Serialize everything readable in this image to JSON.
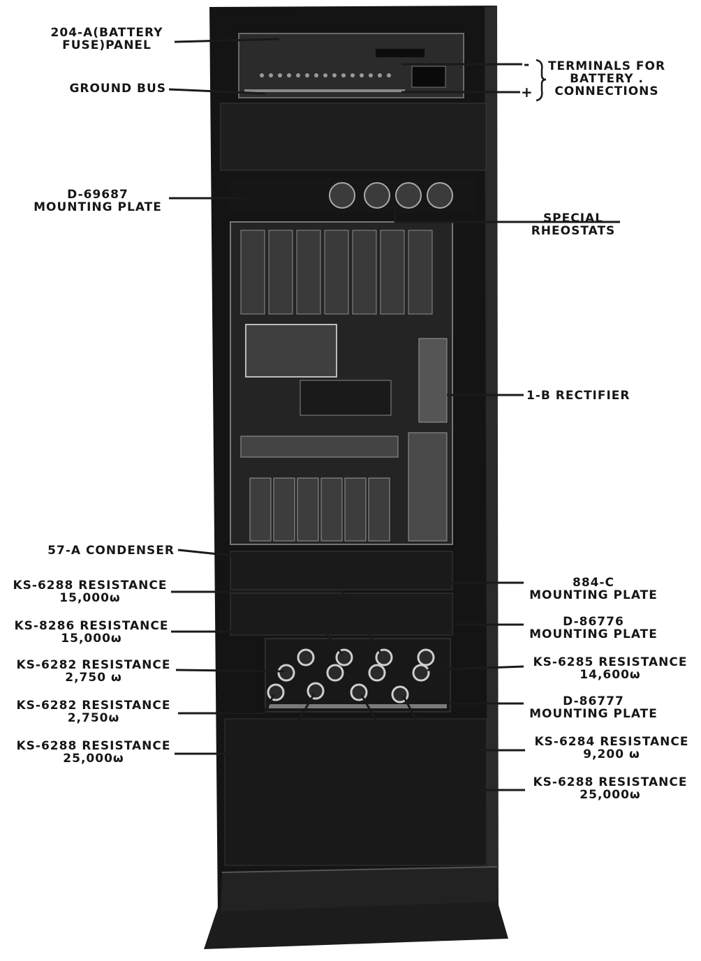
{
  "colors": {
    "background": "#ffffff",
    "cabinet": "#141414",
    "panel": "#242424",
    "metal": "#5c5c5c",
    "label_text": "#161616",
    "leader_line": "#1a1a1a"
  },
  "labels": {
    "fuse_panel": [
      "204-A(BATTERY",
      "FUSE)PANEL"
    ],
    "ground_bus": "GROUND BUS",
    "terminals": [
      "TERMINALS FOR",
      "BATTERY .",
      "CONNECTIONS"
    ],
    "terminal_minus": "-",
    "terminal_plus": "+",
    "mounting_plate_d69687": [
      "D-69687",
      "MOUNTING PLATE"
    ],
    "special_rheostats": [
      "SPECIAL",
      "RHEOSTATS"
    ],
    "rectifier": "1-B RECTIFIER",
    "condenser": "57-A CONDENSER",
    "ks6288_top": [
      "KS-6288 RESISTANCE",
      "15,000ω"
    ],
    "ks6286": [
      "KS-8286 RESISTANCE",
      "15,000ω"
    ],
    "ks6282_a": [
      "KS-6282 RESISTANCE",
      "2,750 ω"
    ],
    "ks6282_b": [
      "KS-6282 RESISTANCE",
      "2,750ω"
    ],
    "ks6288_left_bottom": [
      "KS-6288 RESISTANCE",
      "25,000ω"
    ],
    "plate_884c": [
      "884-C",
      "MOUNTING PLATE"
    ],
    "plate_d86776": [
      "D-86776",
      "MOUNTING PLATE"
    ],
    "ks6285": [
      "KS-6285 RESISTANCE",
      "14,600ω"
    ],
    "plate_d86777": [
      "D-86777",
      "MOUNTING PLATE"
    ],
    "ks6284": [
      "KS-6284 RESISTANCE",
      "9,200 ω"
    ],
    "ks6288_right_bottom": [
      "KS-6288 RESISTANCE",
      "25,000ω"
    ]
  }
}
